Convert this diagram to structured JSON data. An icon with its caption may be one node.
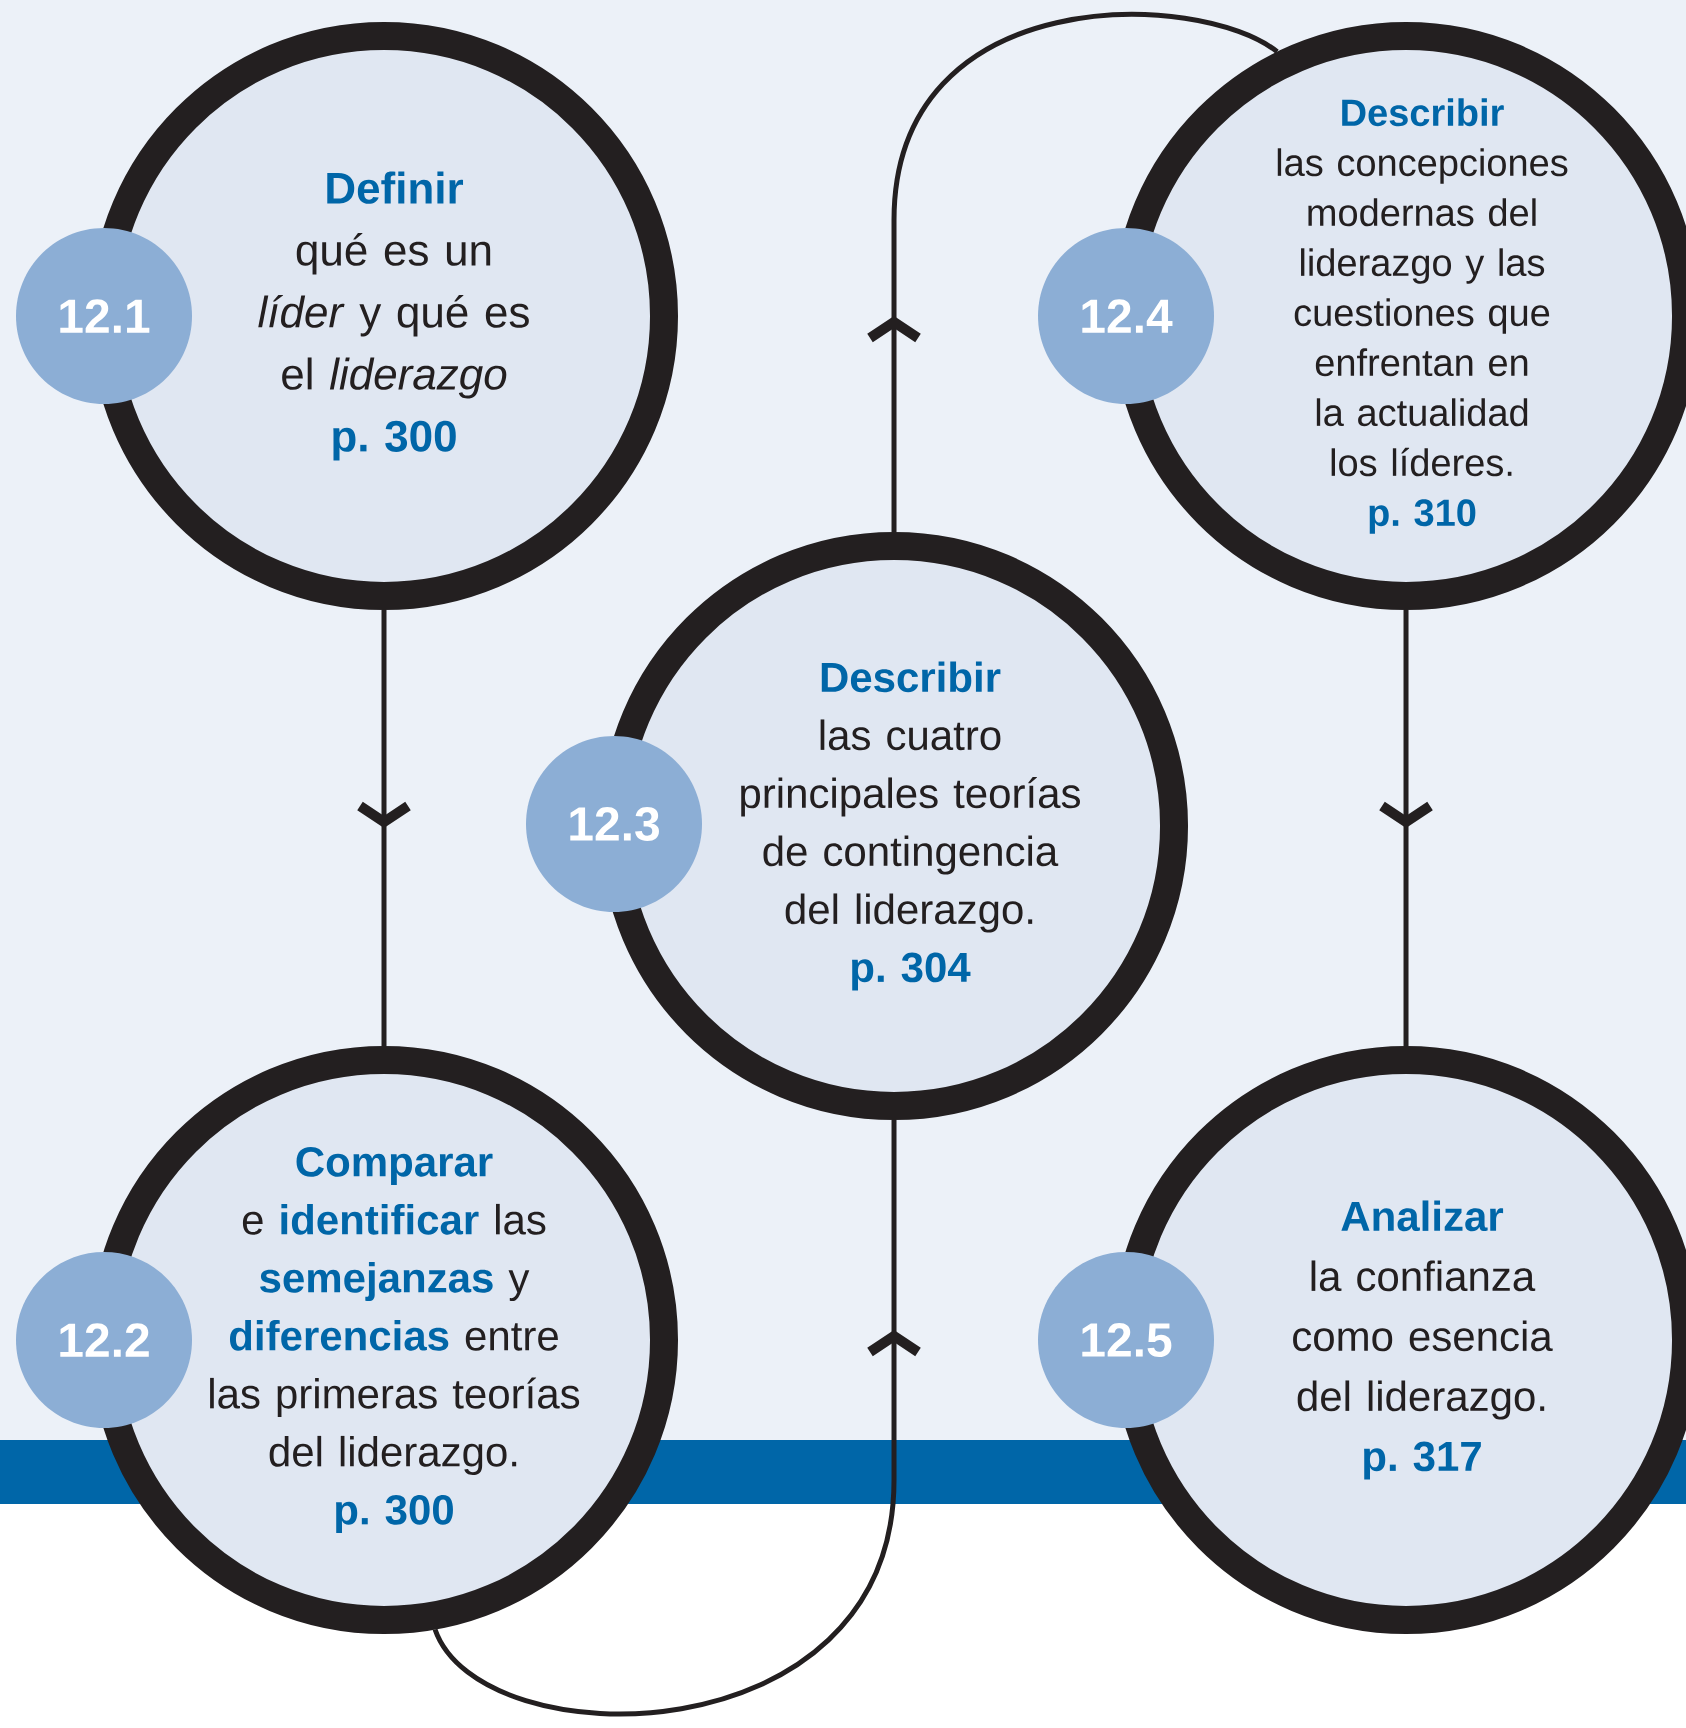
{
  "diagram": {
    "nodes": [
      {
        "text": [
          "12.1",
          "Definir",
          "qué es un *líder* y qué es el *liderazgo*",
          "p. 300"
        ]
      },
      {
        "text": [
          "12.2",
          "Comparar",
          "e **identificar** las **semejanzas** y **diferencias** entre las primeras teorías del liderazgo.",
          "p. 300"
        ]
      },
      {
        "text": [
          "12.3",
          "Describir",
          "las cuatro principales teorías de contingencia del liderazgo.",
          "p. 304"
        ]
      },
      {
        "text": [
          "12.4",
          "Describir",
          "las concepciones modernas del liderazgo y las cuestiones que enfrentan en la actualidad los líderes.",
          "p. 310"
        ]
      },
      {
        "text": [
          "12.5",
          "Analizar",
          "la confianza como esencia del liderazgo.",
          "p. 317"
        ]
      }
    ],
    "edges": [
      {
        "from": 0,
        "to": 1,
        "arrow": "to"
      },
      {
        "from": 1,
        "to": 2,
        "arrow": "to"
      },
      {
        "from": 2,
        "to": 3,
        "arrow": "to"
      },
      {
        "from": 3,
        "to": 4,
        "arrow": "to"
      }
    ]
  }
}
